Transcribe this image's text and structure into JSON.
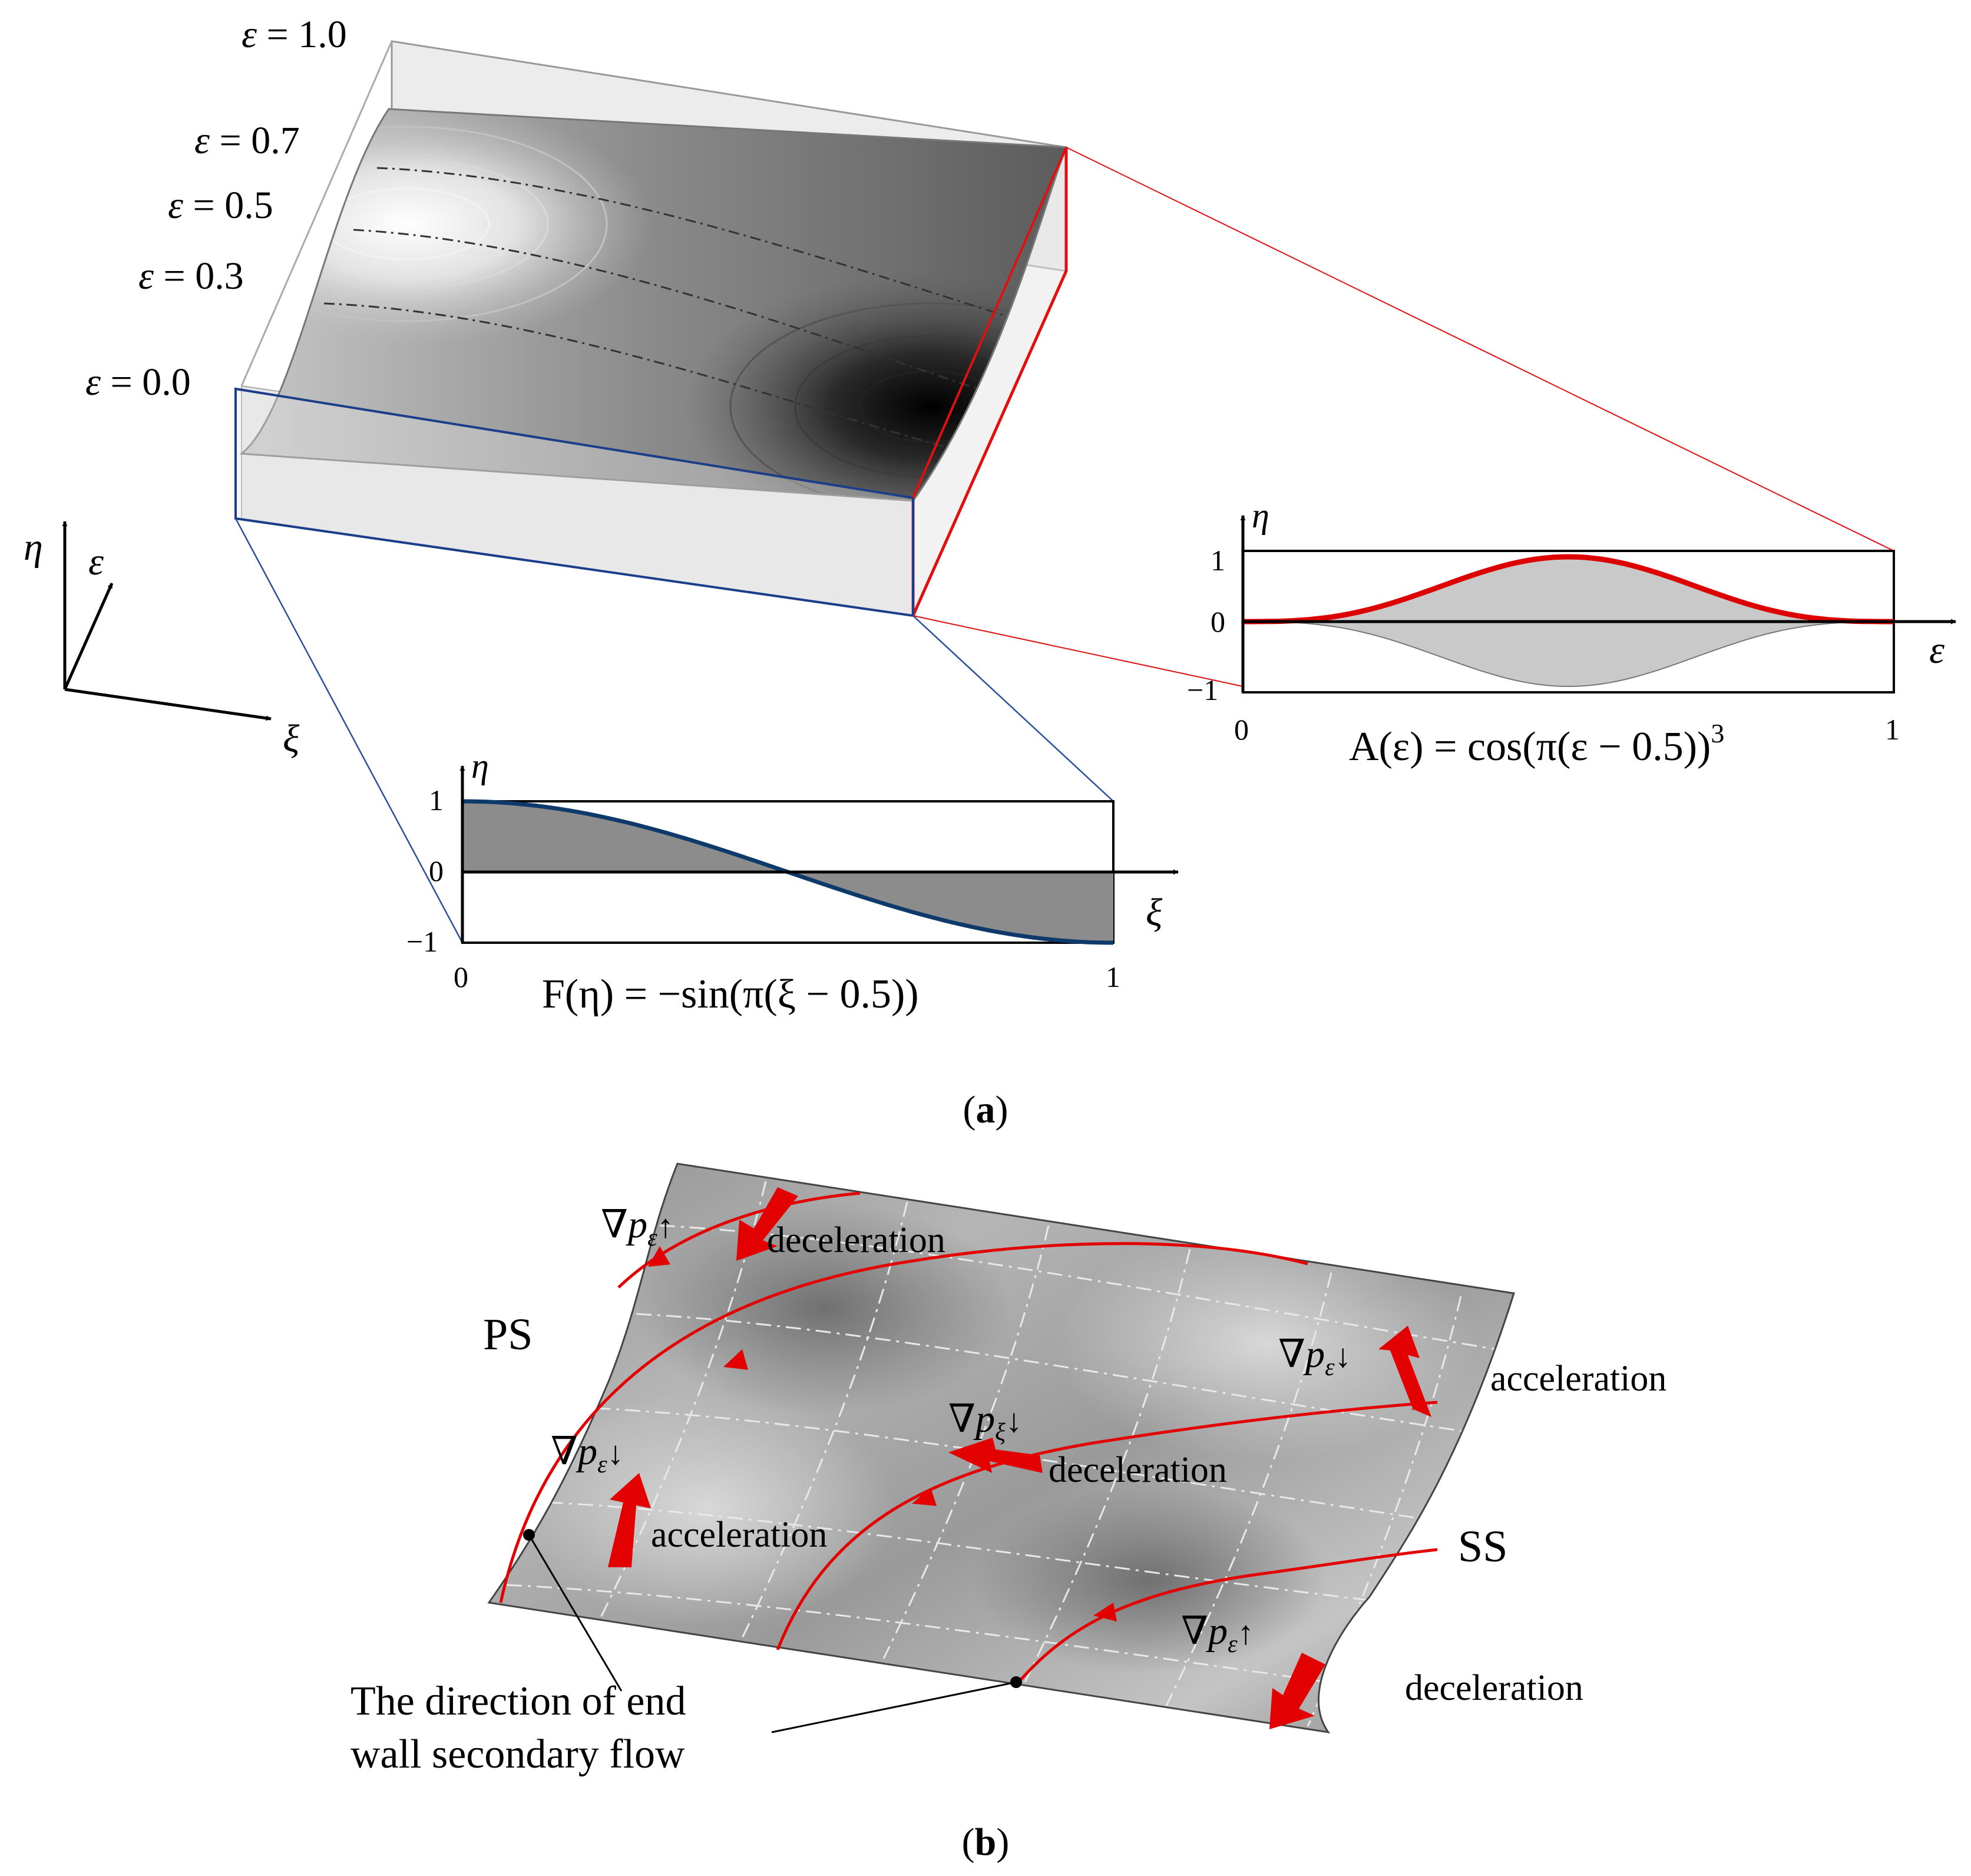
{
  "panel_a": {
    "caption": "(a)",
    "caption_letter": "a",
    "level_labels": [
      {
        "eps": "ε",
        "value": " = 1.0"
      },
      {
        "eps": "ε",
        "value": " = 0.7"
      },
      {
        "eps": "ε",
        "value": " = 0.5"
      },
      {
        "eps": "ε",
        "value": " = 0.3"
      },
      {
        "eps": "ε",
        "value": " = 0.0"
      }
    ],
    "axes_triad": {
      "eta": "η",
      "epsilon": "ε",
      "xi": "ξ"
    },
    "plot_F": {
      "y_axis": "η",
      "x_axis": "ξ",
      "ticks_y": [
        "1",
        "0",
        "−1"
      ],
      "ticks_x": [
        "0",
        "1"
      ],
      "formula": "F(η) = −sin(π(ξ − 0.5))",
      "curve_color": "#0d3a6b"
    },
    "plot_A": {
      "y_axis": "η",
      "x_axis": "ε",
      "ticks_y": [
        "1",
        "0",
        "−1"
      ],
      "ticks_x": [
        "0",
        "1"
      ],
      "formula": "A(ε) = cos(π(ε − 0.5))",
      "formula_sup": "3",
      "curve_color": "#dd0000"
    }
  },
  "panel_b": {
    "caption": "(b)",
    "caption_letter": "b",
    "side_labels": {
      "ps": "PS",
      "ss": "SS"
    },
    "gradients": [
      {
        "nabla": "∇",
        "p": "p",
        "sub": "ε",
        "arrow": "↑"
      },
      {
        "nabla": "∇",
        "p": "p",
        "sub": "ε",
        "arrow": "↓"
      },
      {
        "nabla": "∇",
        "p": "p",
        "sub": "ξ",
        "arrow": "↓"
      },
      {
        "nabla": "∇",
        "p": "p",
        "sub": "ε",
        "arrow": "↓"
      },
      {
        "nabla": "∇",
        "p": "p",
        "sub": "ε",
        "arrow": "↑"
      }
    ],
    "effects": [
      "deceleration",
      "acceleration",
      "deceleration",
      "acceleration",
      "deceleration"
    ],
    "note_lines": [
      "The direction of end",
      "wall secondary flow"
    ],
    "arrow_color": "#e30000"
  }
}
